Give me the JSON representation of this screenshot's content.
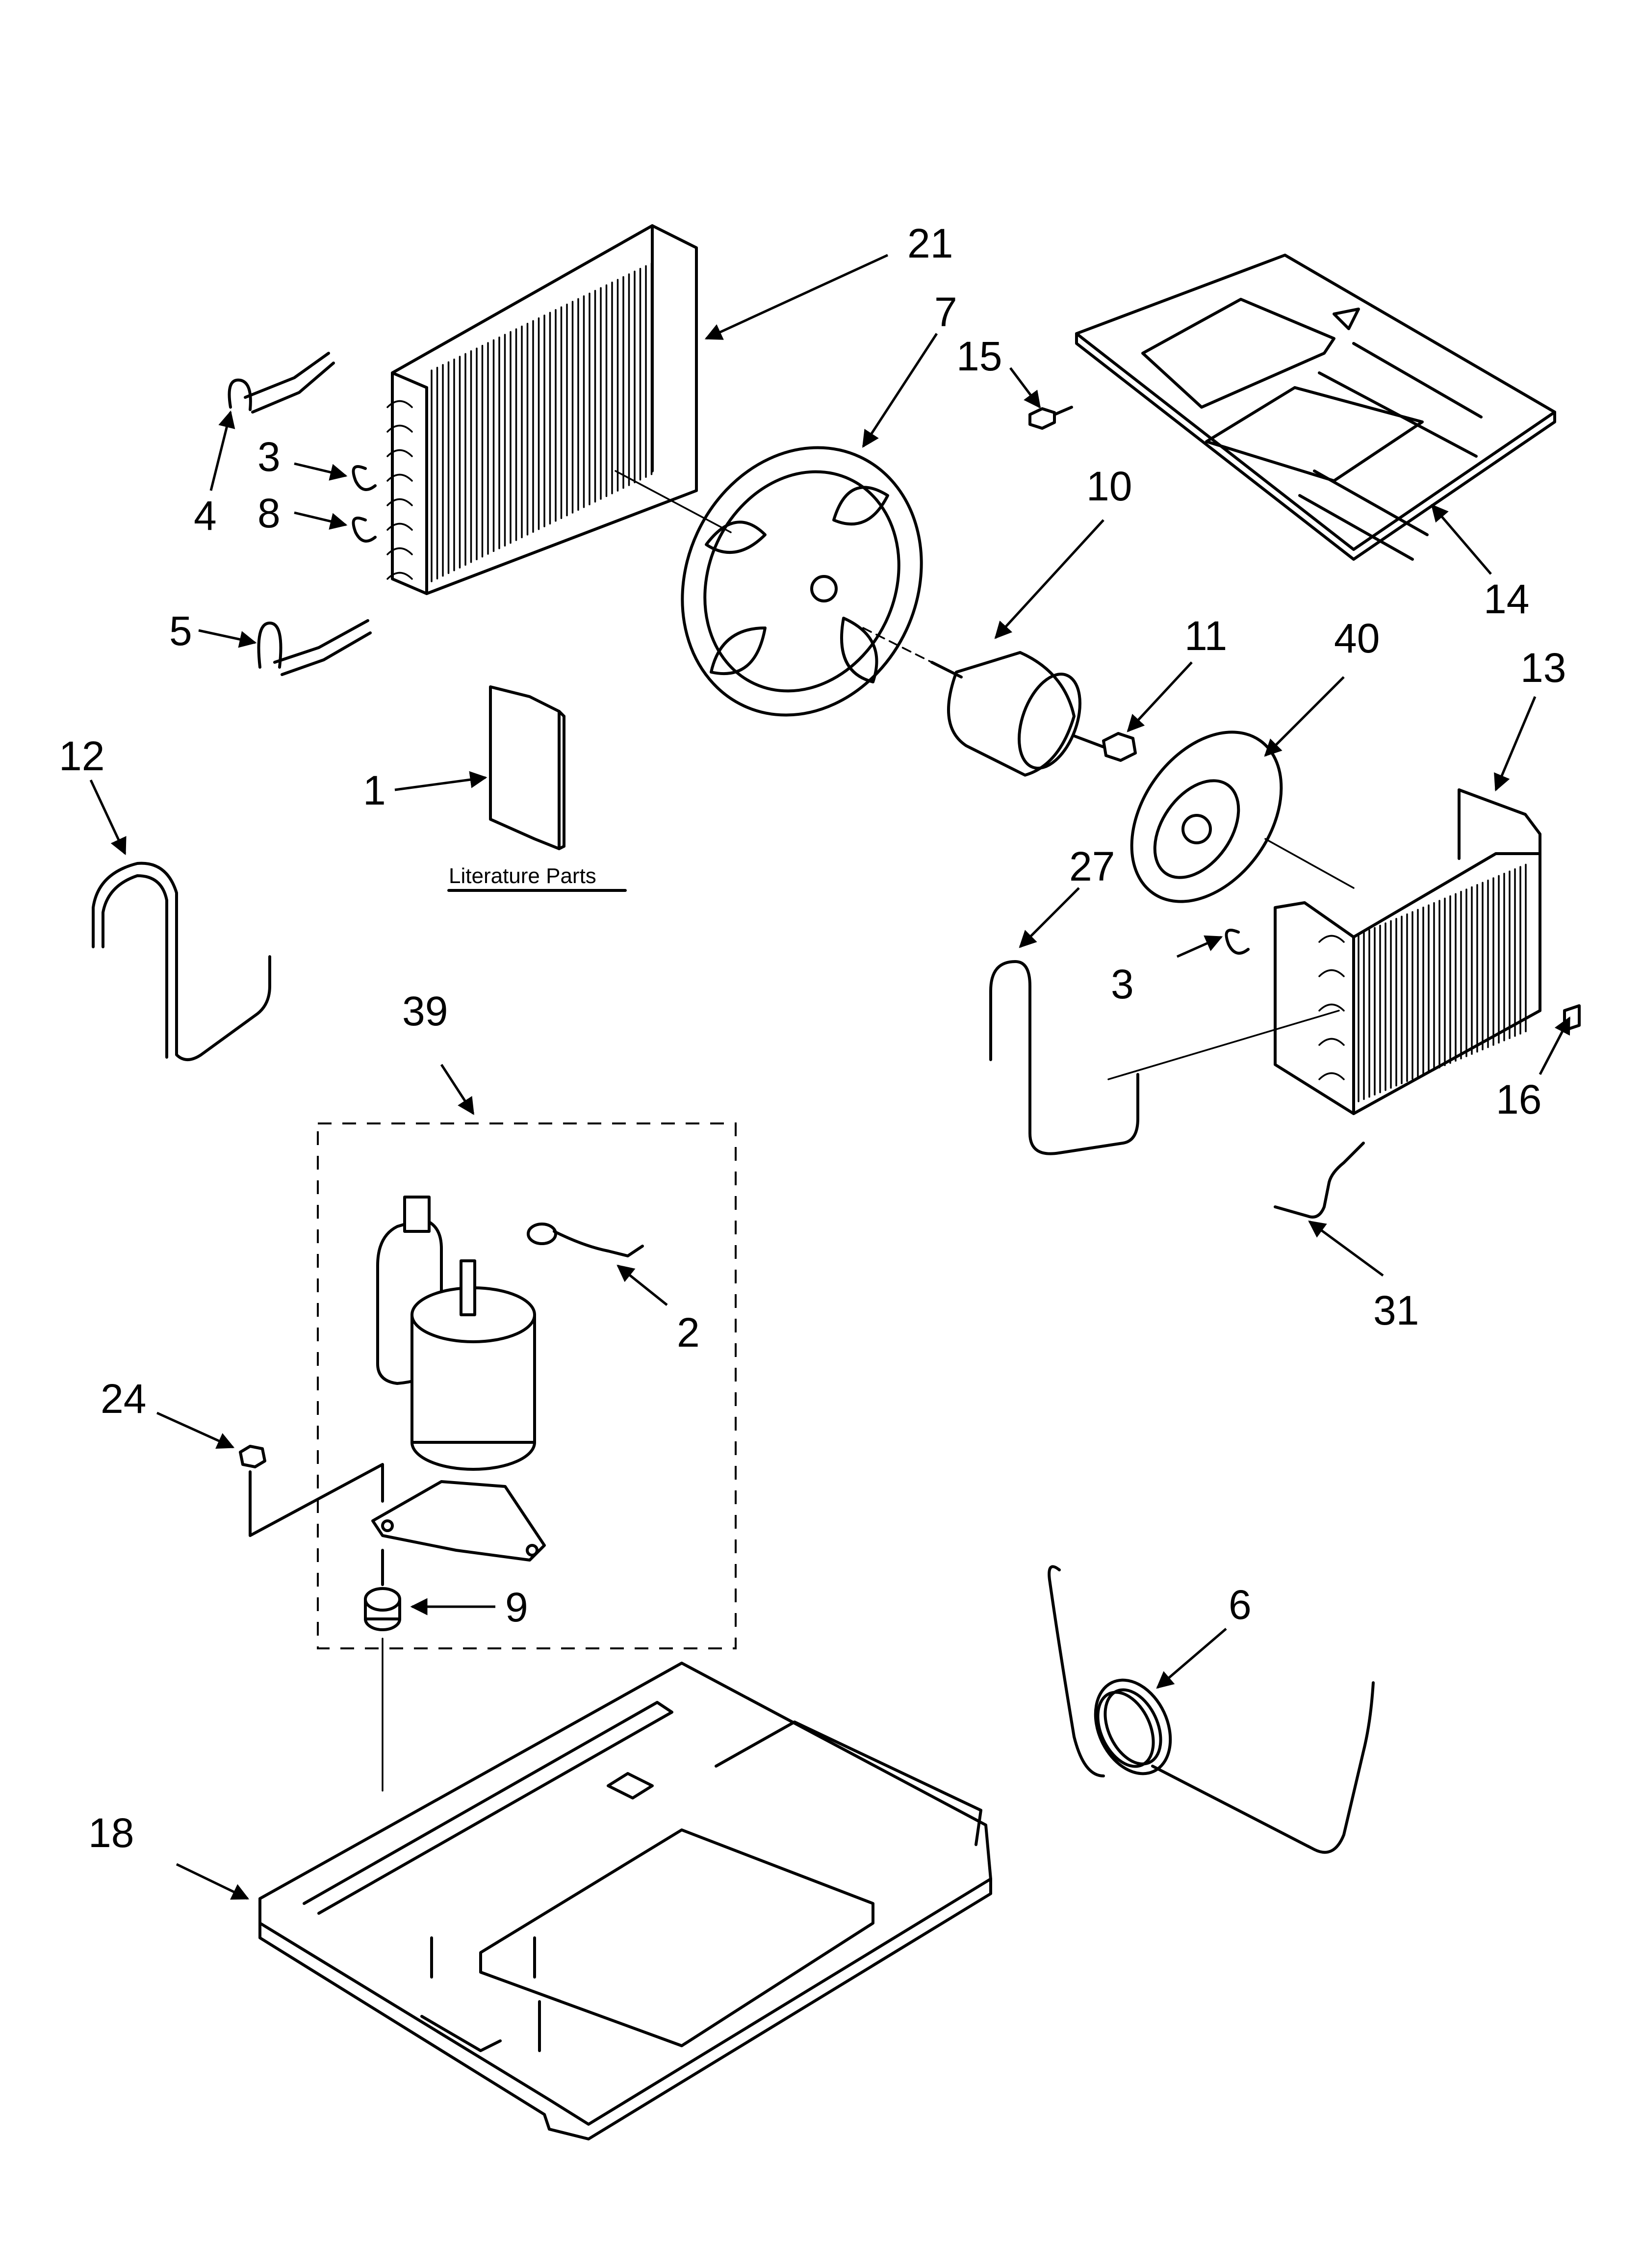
{
  "diagram": {
    "literature_label": "Literature Parts",
    "callouts": [
      {
        "id": "c21",
        "label": "21"
      },
      {
        "id": "c7",
        "label": "7"
      },
      {
        "id": "c15",
        "label": "15"
      },
      {
        "id": "c14",
        "label": "14"
      },
      {
        "id": "c10",
        "label": "10"
      },
      {
        "id": "c11",
        "label": "11"
      },
      {
        "id": "c40",
        "label": "40"
      },
      {
        "id": "c13",
        "label": "13"
      },
      {
        "id": "c3a",
        "label": "3"
      },
      {
        "id": "c8",
        "label": "8"
      },
      {
        "id": "c4",
        "label": "4"
      },
      {
        "id": "c5",
        "label": "5"
      },
      {
        "id": "c1",
        "label": "1"
      },
      {
        "id": "c12",
        "label": "12"
      },
      {
        "id": "c27",
        "label": "27"
      },
      {
        "id": "c3b",
        "label": "3"
      },
      {
        "id": "c16",
        "label": "16"
      },
      {
        "id": "c31",
        "label": "31"
      },
      {
        "id": "c39",
        "label": "39"
      },
      {
        "id": "c2",
        "label": "2"
      },
      {
        "id": "c24",
        "label": "24"
      },
      {
        "id": "c9",
        "label": "9"
      },
      {
        "id": "c6",
        "label": "6"
      },
      {
        "id": "c18",
        "label": "18"
      }
    ]
  }
}
